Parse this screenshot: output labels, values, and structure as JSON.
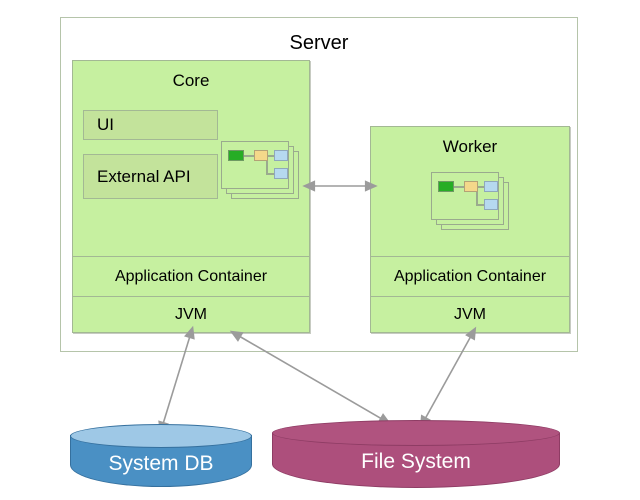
{
  "diagram": {
    "type": "architecture-diagram",
    "background_color": "#ffffff",
    "server": {
      "title": "Server",
      "border_color": "#b5c4aa"
    },
    "core": {
      "title": "Core",
      "fill_color": "#c6f0a0",
      "ui": {
        "label": "UI"
      },
      "external_api": {
        "label": "External API"
      },
      "app_container": {
        "label": "Application Container"
      },
      "jvm": {
        "label": "JVM"
      },
      "workflow_icon": {
        "name": "workflow-stack-icon",
        "card_count": 3,
        "nodes": [
          {
            "role": "start",
            "color": "#26ad25"
          },
          {
            "role": "task",
            "color": "#f4d88a"
          },
          {
            "role": "branch1",
            "color": "#b6d9ef"
          },
          {
            "role": "branch2",
            "color": "#b6d9ef"
          }
        ]
      }
    },
    "worker": {
      "title": "Worker",
      "fill_color": "#c6f0a0",
      "app_container": {
        "label": "Application Container"
      },
      "jvm": {
        "label": "JVM"
      },
      "workflow_icon": {
        "name": "workflow-stack-icon",
        "card_count": 3,
        "nodes": [
          {
            "role": "start",
            "color": "#26ad25"
          },
          {
            "role": "task",
            "color": "#f4d88a"
          },
          {
            "role": "branch1",
            "color": "#b6d9ef"
          },
          {
            "role": "branch2",
            "color": "#b6d9ef"
          }
        ]
      }
    },
    "storage": {
      "system_db": {
        "label": "System DB",
        "color": "#4a90c4",
        "shape": "cylinder"
      },
      "file_system": {
        "label": "File System",
        "color": "#ad4f7c",
        "shape": "cylinder"
      }
    },
    "connectors": [
      {
        "name": "core-to-worker",
        "from": "Core",
        "to": "Worker",
        "style": "bidirectional",
        "color": "#999999"
      },
      {
        "name": "core-to-system-db",
        "from": "Core",
        "to": "System DB",
        "style": "bidirectional",
        "color": "#999999"
      },
      {
        "name": "core-to-file-system",
        "from": "Core",
        "to": "File System",
        "style": "bidirectional",
        "color": "#999999"
      },
      {
        "name": "worker-to-file-system",
        "from": "Worker",
        "to": "File System",
        "style": "bidirectional",
        "color": "#999999"
      }
    ]
  }
}
